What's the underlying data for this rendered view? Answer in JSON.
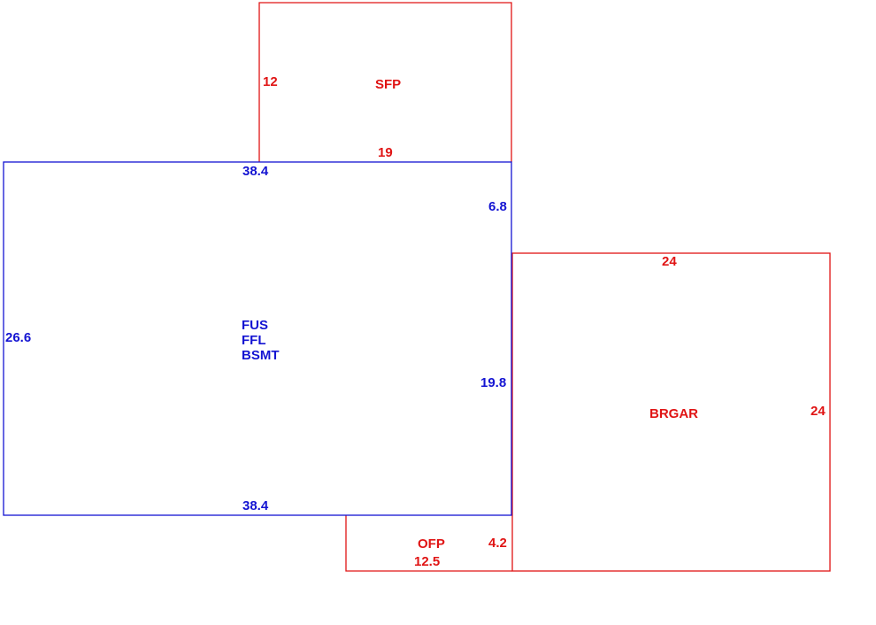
{
  "colors": {
    "main": "#1414d2",
    "addition": "#e01414",
    "background": "#ffffff"
  },
  "main_area": {
    "codes": [
      "FUS",
      "FFL",
      "BSMT"
    ],
    "dims": {
      "top": "38.4",
      "bottom": "38.4",
      "left": "26.6",
      "right_upper": "6.8",
      "right_lower": "19.8"
    }
  },
  "sfp": {
    "label": "SFP",
    "dims": {
      "side": "12",
      "bottom": "19"
    }
  },
  "brgar": {
    "label": "BRGAR",
    "dims": {
      "top": "24",
      "right": "24"
    }
  },
  "ofp": {
    "label": "OFP",
    "dims": {
      "bottom": "12.5",
      "side": "4.2"
    }
  }
}
